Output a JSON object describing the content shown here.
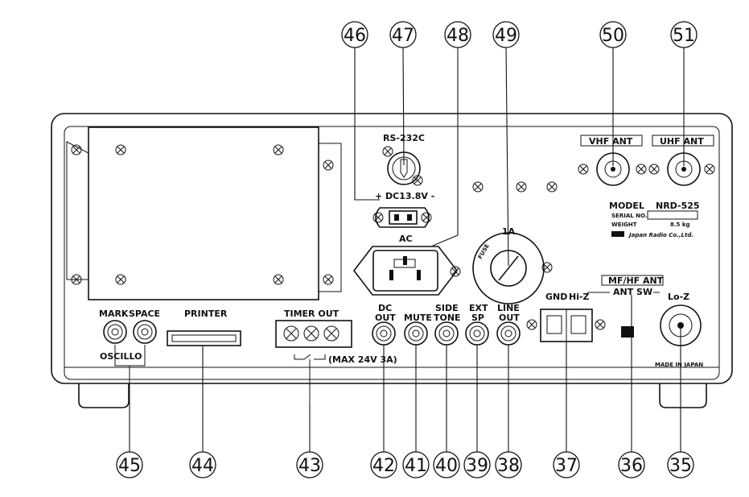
{
  "panel_labels": {
    "rs232c": "RS-232C",
    "dc_in": "+ DC13.8V -",
    "ac": "AC",
    "vhf_ant": "VHF ANT",
    "uhf_ant": "UHF ANT",
    "model_key": "MODEL",
    "model_val": "NRD-525",
    "serial": "SERIAL NO.",
    "weight": "WEIGHT",
    "weight_val": "8.5 kg",
    "maker": "Japan Radio Co.,Ltd.",
    "fuse": "1A",
    "fuse_ring": "FUSE",
    "mf_hf_ant": "MF/HF ANT",
    "ant_sw": "ANT SW",
    "gnd": "GND",
    "hi_z": "Hi-Z",
    "lo_z": "Lo-Z",
    "made_in": "MADE IN JAPAN",
    "mark": "MARK",
    "space": "SPACE",
    "oscillo": "OSCILLO",
    "printer": "PRINTER",
    "timer_out": "TIMER OUT",
    "timer_note": "(MAX 24V 3A)",
    "dc_out_1": "DC",
    "dc_out_2": "OUT",
    "mute": "MUTE",
    "side_tone_1": "SIDE",
    "side_tone_2": "TONE",
    "ext_sp_1": "EXT",
    "ext_sp_2": "SP",
    "line_out_1": "LINE",
    "line_out_2": "OUT"
  },
  "callouts": {
    "c35": "35",
    "c36": "36",
    "c37": "37",
    "c38": "38",
    "c39": "39",
    "c40": "40",
    "c41": "41",
    "c42": "42",
    "c43": "43",
    "c44": "44",
    "c45": "45",
    "c46": "46",
    "c47": "47",
    "c48": "48",
    "c49": "49",
    "c50": "50",
    "c51": "51"
  }
}
